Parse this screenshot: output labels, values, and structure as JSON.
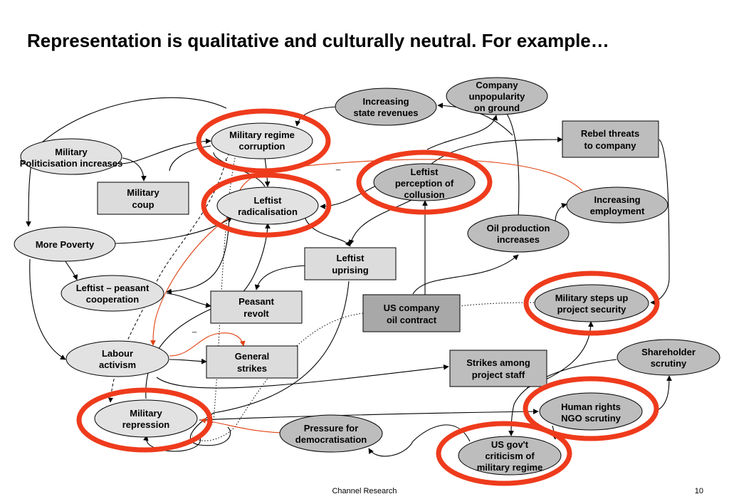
{
  "title": "Representation is qualitative and culturally neutral. For example…",
  "footer": {
    "source": "Channel Research",
    "page": "10"
  },
  "colors": {
    "ellipse_fill": "#bdbdbd",
    "ellipse_fill_light": "#e2e2e2",
    "box_fill": "#dcdcdc",
    "box_fill_dark": "#a8a8a8",
    "edge": "#000000",
    "red_edge": "#e04010",
    "highlight": "#ee3b1c"
  },
  "nodes": {
    "company_unpopularity": [
      "Company",
      "unpopularity",
      "on ground"
    ],
    "increasing_state_revenues": [
      "Increasing",
      "state revenues"
    ],
    "military_regime_corruption": [
      "Military regime",
      "corruption"
    ],
    "rebel_threats": [
      "Rebel threats",
      "to company"
    ],
    "military_politicisation": [
      "Military",
      "Politicisation increases"
    ],
    "leftist_perception": [
      "Leftist",
      "perception of",
      "collusion"
    ],
    "military_coup": [
      "Military",
      "coup"
    ],
    "leftist_radicalisation": [
      "Leftist",
      "radicalisation"
    ],
    "increasing_employment": [
      "Increasing",
      "employment"
    ],
    "oil_production": [
      "Oil production",
      "increases"
    ],
    "more_poverty": [
      "More Poverty"
    ],
    "leftist_uprising": [
      "Leftist",
      "uprising"
    ],
    "leftist_peasant": [
      "Leftist – peasant",
      "cooperation"
    ],
    "peasant_revolt": [
      "Peasant",
      "revolt"
    ],
    "us_company_contract": [
      "US company",
      "oil contract"
    ],
    "military_security": [
      "Military steps up",
      "project security"
    ],
    "labour_activism": [
      "Labour",
      "activism"
    ],
    "general_strikes": [
      "General",
      "strikes"
    ],
    "strikes_staff": [
      "Strikes among",
      "project staff"
    ],
    "shareholder_scrutiny": [
      "Shareholder",
      "scrutiny"
    ],
    "human_rights": [
      "Human rights",
      "NGO scrutiny"
    ],
    "military_repression": [
      "Military",
      "repression"
    ],
    "pressure_democratisation": [
      "Pressure for",
      "democratisation"
    ],
    "us_gov_criticism": [
      "US gov't",
      "criticism of",
      "military regime"
    ]
  },
  "signs": {
    "minus": "_"
  }
}
